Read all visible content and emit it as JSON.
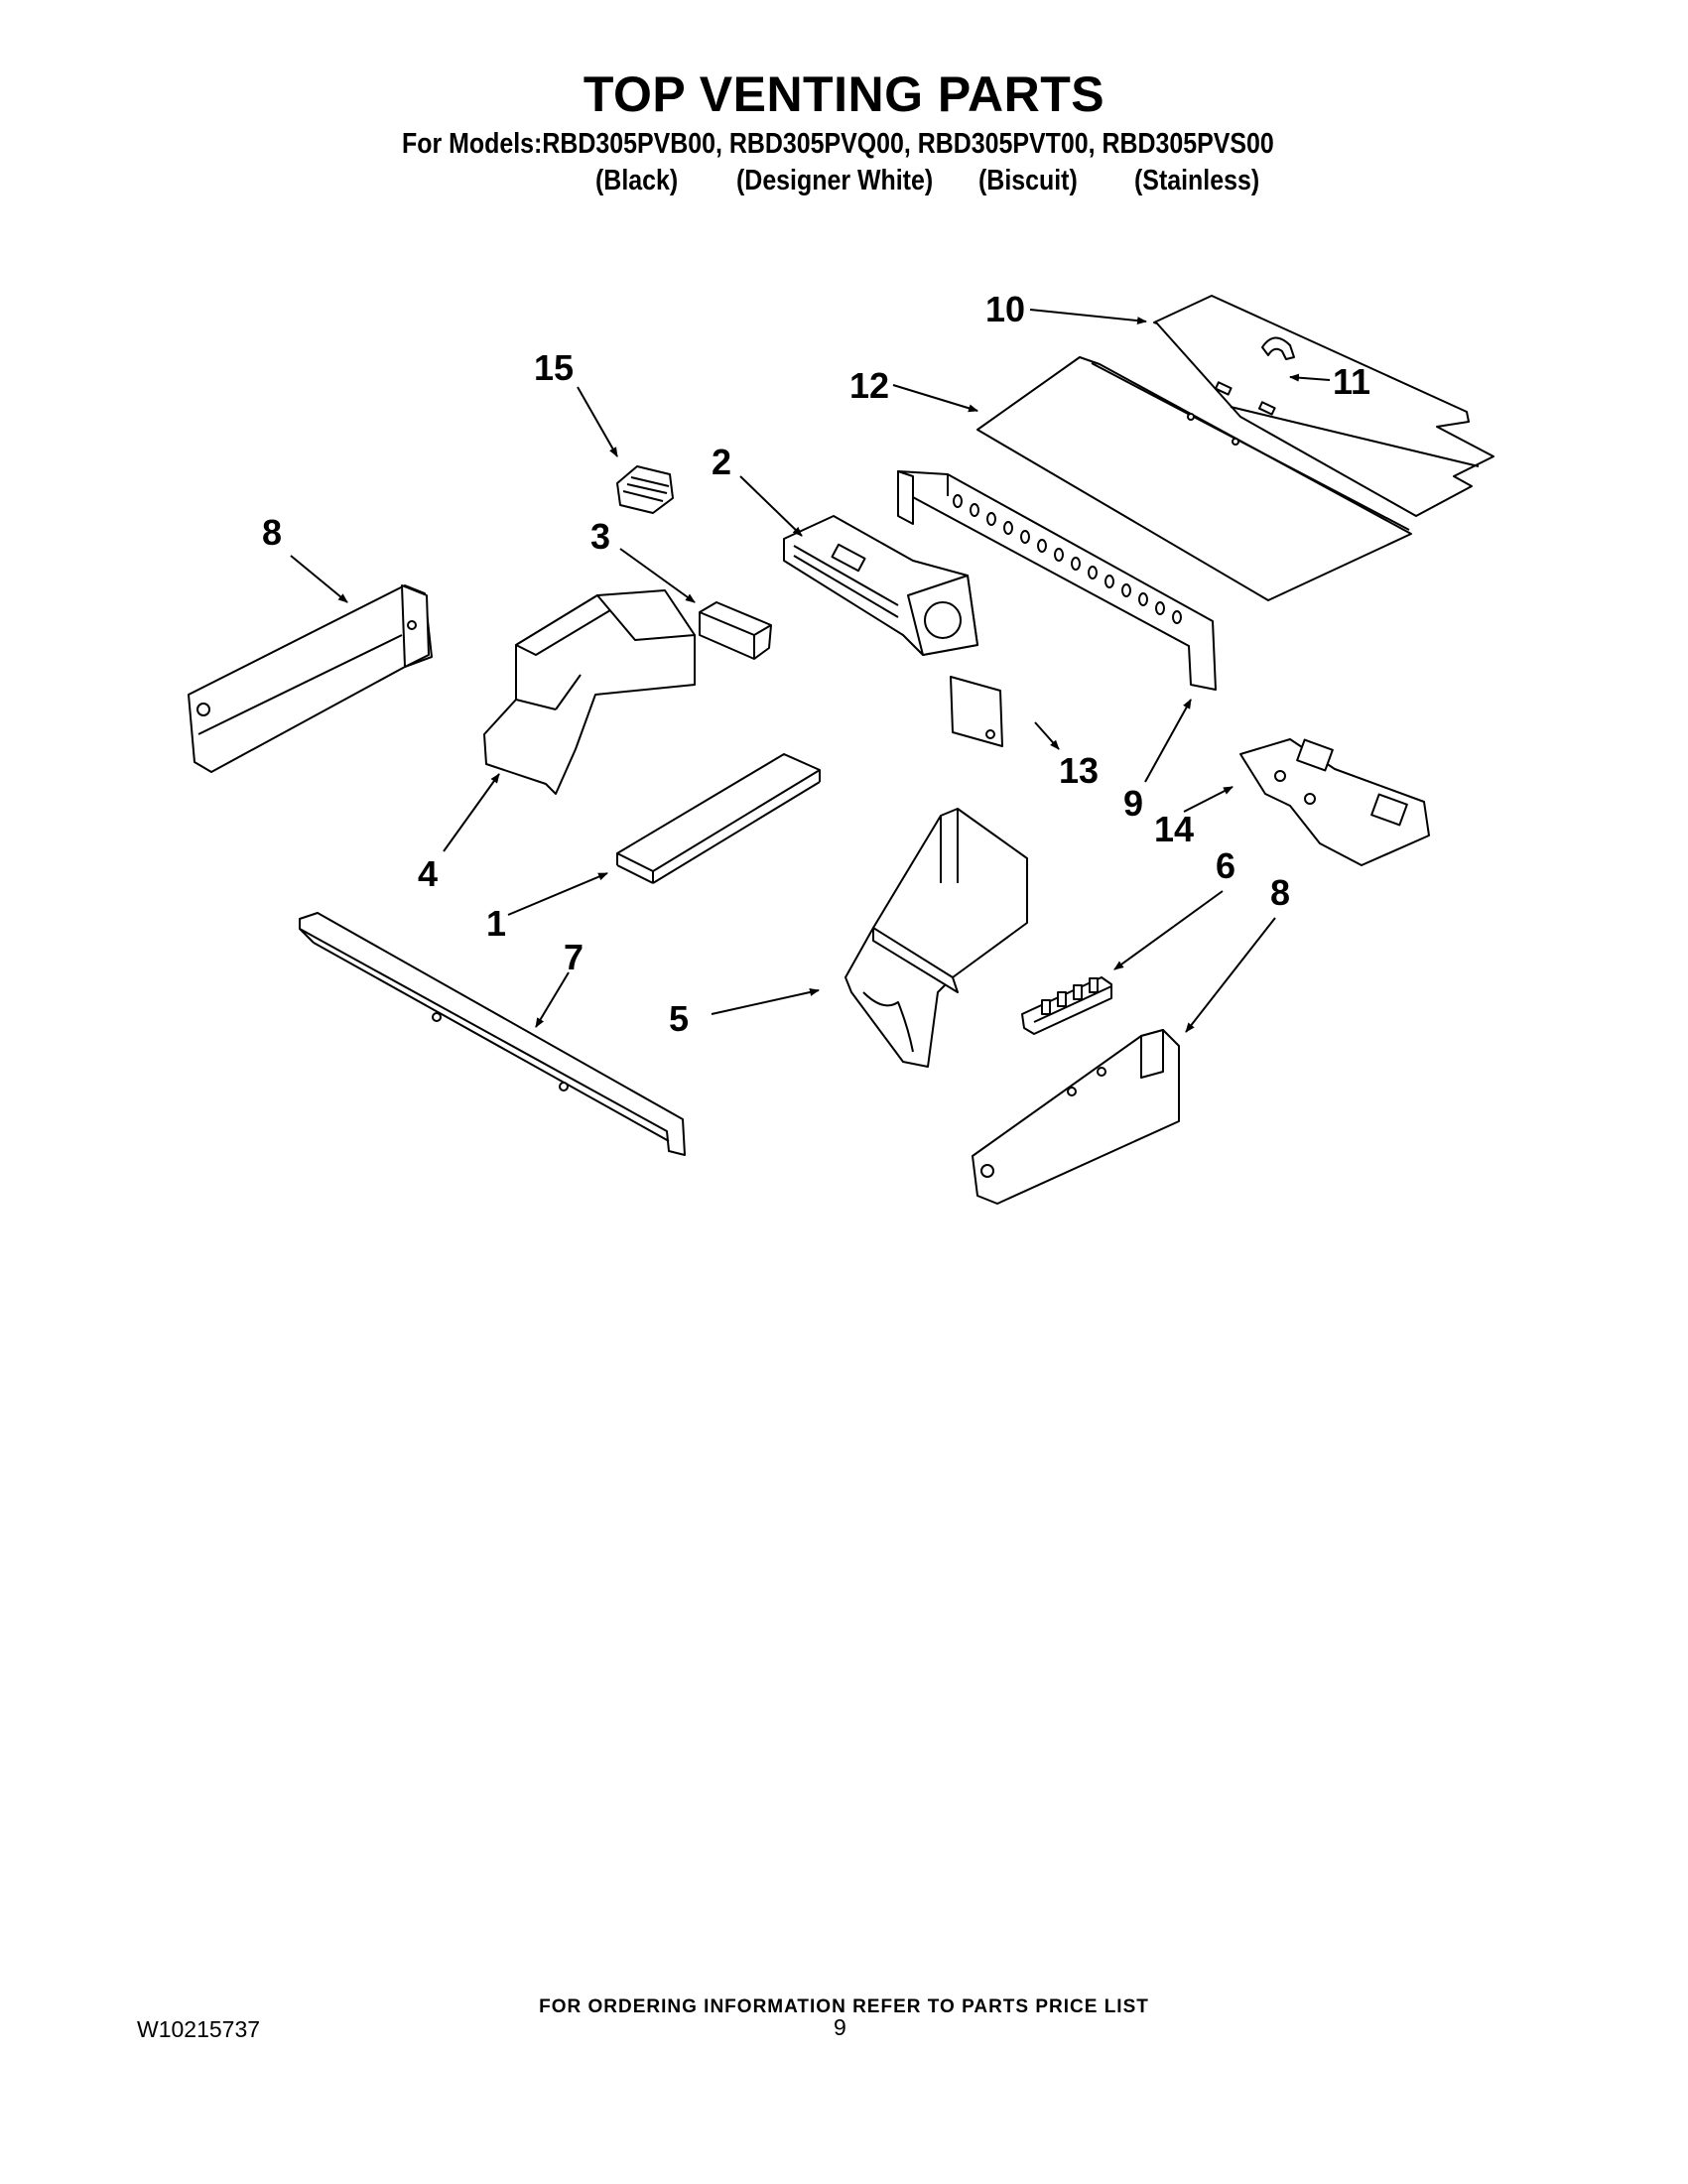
{
  "header": {
    "title": "TOP VENTING PARTS",
    "models_line": "For Models:RBD305PVB00, RBD305PVQ00, RBD305PVT00, RBD305PVS00",
    "colors": [
      "(Black)",
      "(Designer White)",
      "(Biscuit)",
      "(Stainless)"
    ]
  },
  "callouts": {
    "c1": "1",
    "c2": "2",
    "c3": "3",
    "c4": "4",
    "c5": "5",
    "c6": "6",
    "c7": "7",
    "c8a": "8",
    "c8b": "8",
    "c9": "9",
    "c10": "10",
    "c11": "11",
    "c12": "12",
    "c13": "13",
    "c14": "14",
    "c15": "15"
  },
  "footer": {
    "ordering_note": "FOR ORDERING INFORMATION REFER TO PARTS PRICE LIST",
    "document_number": "W10215737",
    "page_number": "9"
  }
}
